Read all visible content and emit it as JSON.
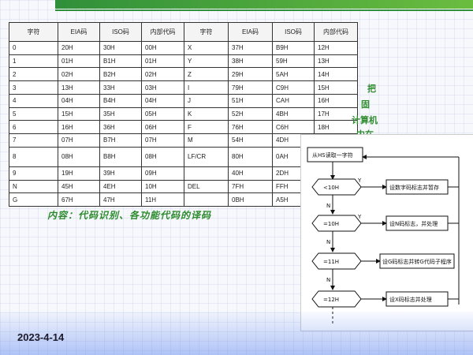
{
  "table": {
    "headers": [
      "字符",
      "EIA码",
      "ISO码",
      "内部代码",
      "字符",
      "EIA码",
      "ISO码",
      "内部代码"
    ],
    "rows": [
      [
        "0",
        "20H",
        "30H",
        "00H",
        "X",
        "37H",
        "B9H",
        "12H"
      ],
      [
        "1",
        "01H",
        "B1H",
        "01H",
        "Y",
        "38H",
        "59H",
        "13H"
      ],
      [
        "2",
        "02H",
        "B2H",
        "02H",
        "Z",
        "29H",
        "5AH",
        "14H"
      ],
      [
        "3",
        "13H",
        "33H",
        "03H",
        "I",
        "79H",
        "C9H",
        "15H"
      ],
      [
        "4",
        "04H",
        "B4H",
        "04H",
        "J",
        "51H",
        "CAH",
        "16H"
      ],
      [
        "5",
        "15H",
        "35H",
        "05H",
        "K",
        "52H",
        "4BH",
        "17H"
      ],
      [
        "6",
        "16H",
        "36H",
        "06H",
        "F",
        "76H",
        "C6H",
        "18H"
      ],
      [
        "7",
        "07H",
        "B7H",
        "07H",
        "M",
        "54H",
        "4DH",
        ""
      ],
      [
        "8",
        "08H",
        "B8H",
        "08H",
        "LF/CR",
        "80H",
        "0AH",
        ""
      ],
      [
        "9",
        "19H",
        "39H",
        "09H",
        "",
        "40H",
        "2DH",
        ""
      ],
      [
        "N",
        "45H",
        "4EH",
        "10H",
        "DEL",
        "7FH",
        "FFH",
        ""
      ],
      [
        "G",
        "67H",
        "47H",
        "11H",
        "",
        "0BH",
        "A5H",
        ""
      ]
    ]
  },
  "fragments": [
    "把",
    "固",
    "计算机",
    "内在"
  ],
  "caption": "内容：代码识别、各功能代码的译码",
  "flowchart": {
    "start": "从HS读取一字符",
    "decisions": [
      "<10H",
      "=10H",
      "=11H",
      "=12H"
    ],
    "actions": [
      "设数字码标志并暂存",
      "设N码标志，并处理",
      "设G码标志并转G代码子程序",
      "设X码标志并处理"
    ],
    "yes_label": "Y",
    "no_label": "N"
  },
  "date": "2023-4-14",
  "colors": {
    "accent": "#2e8b2e",
    "top_bar": "#2f8f3a",
    "bottom_band": "#5a82f0"
  }
}
